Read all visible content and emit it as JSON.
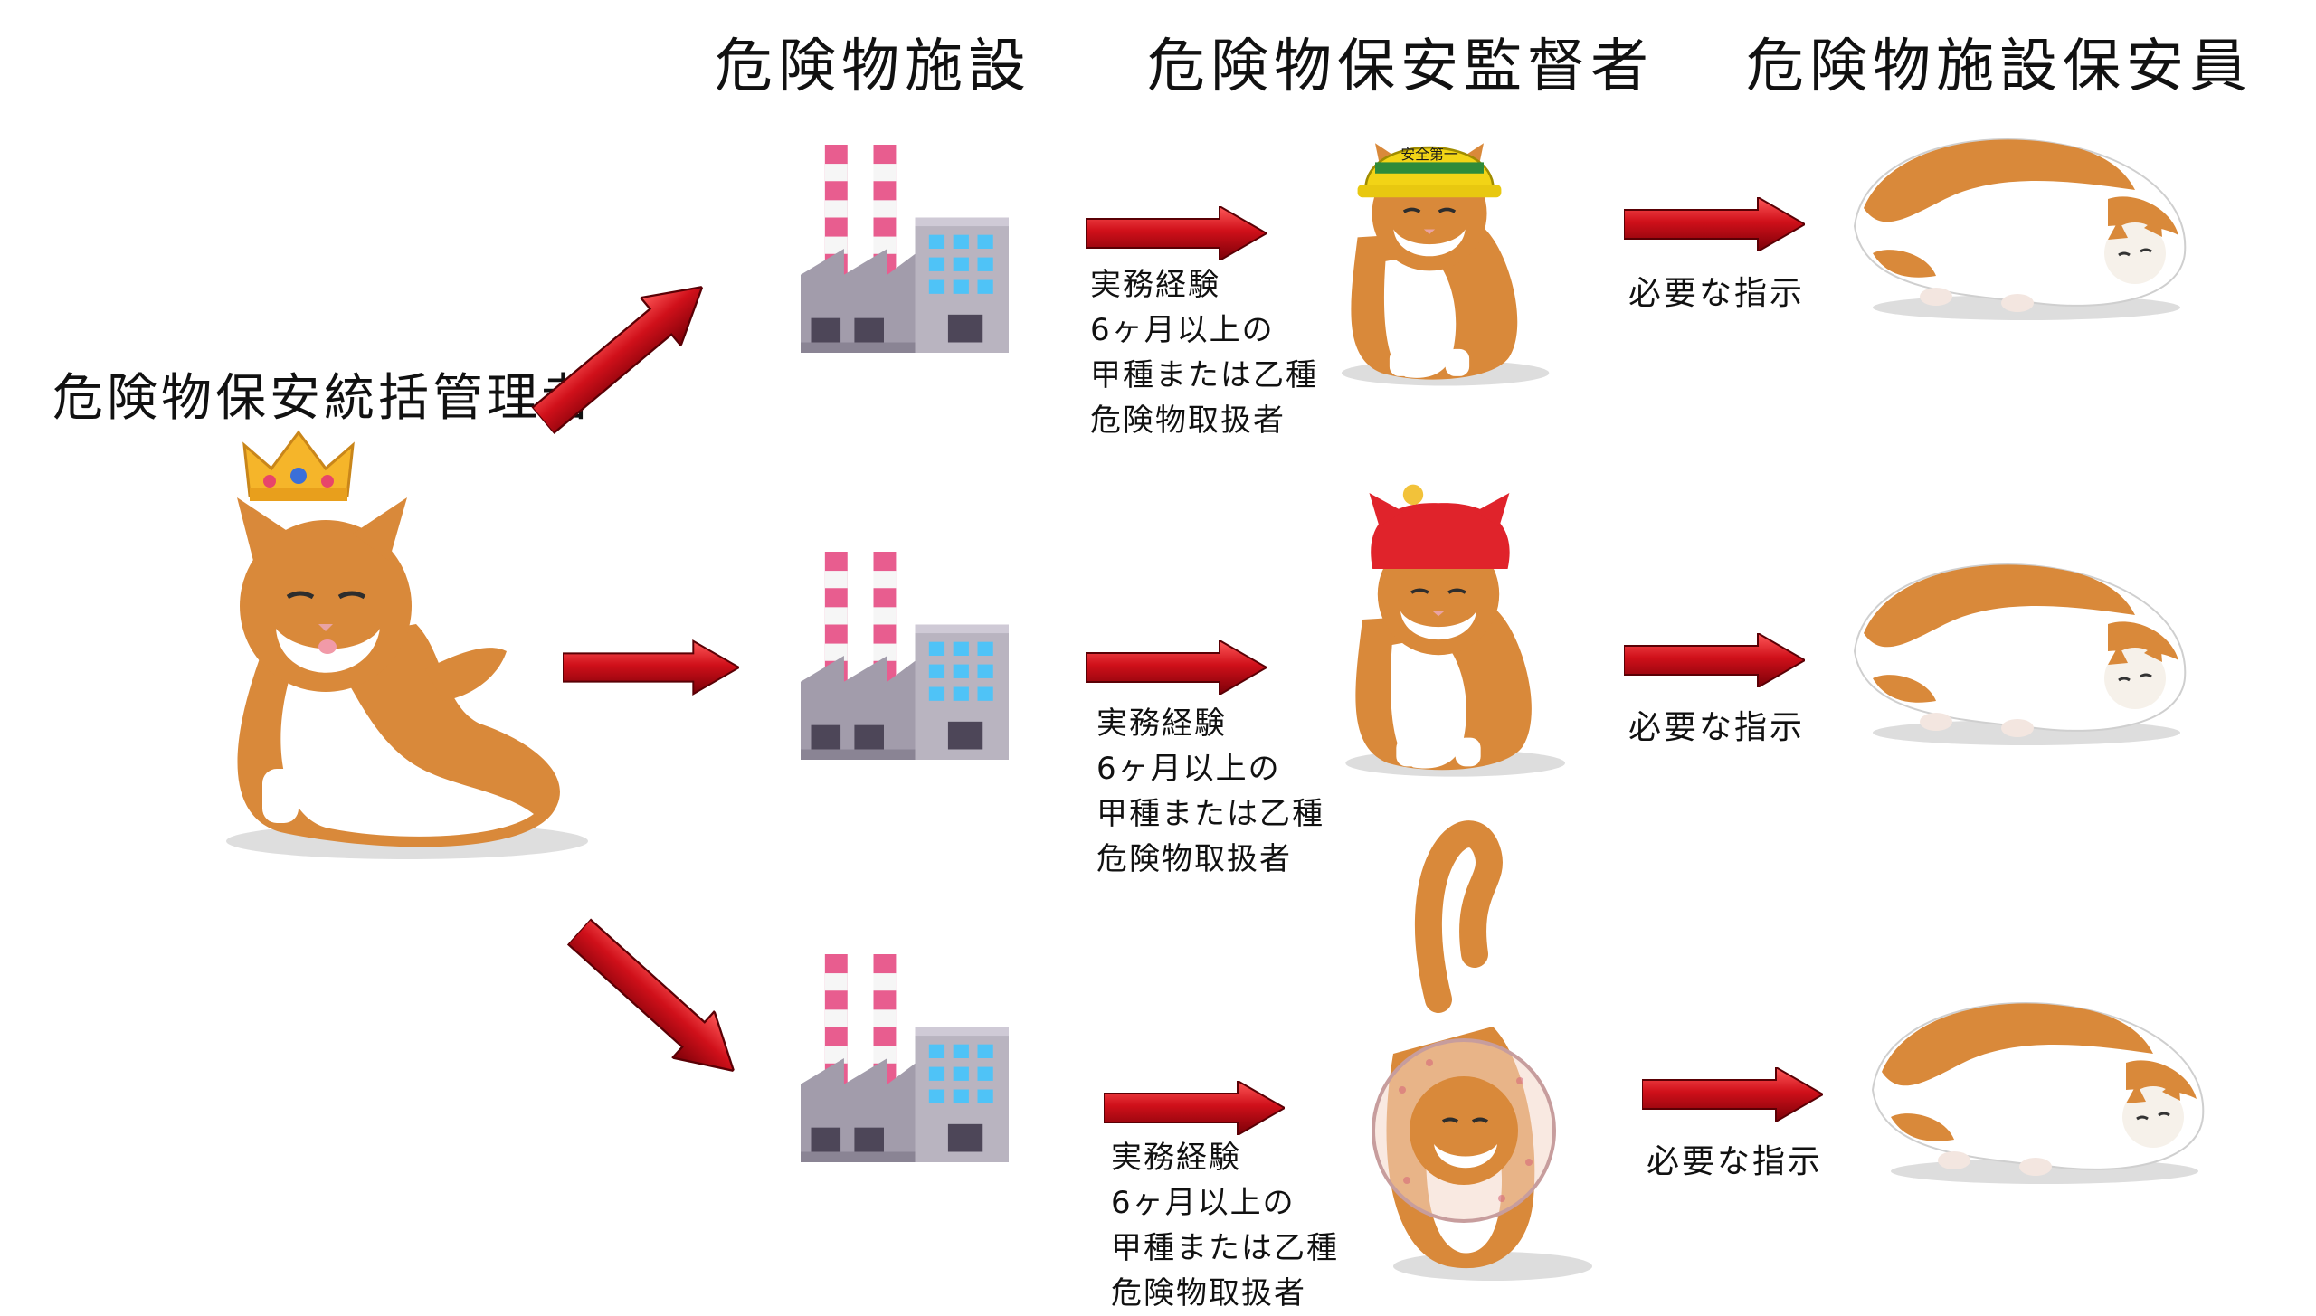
{
  "headers": {
    "facility": "危険物施設",
    "supervisor": "危険物保安監督者",
    "staff": "危険物施設保安員"
  },
  "top": {
    "title": "危険物保安統括管理者"
  },
  "rows": [
    {
      "requirement": [
        "実務経験",
        "6ヶ月以上の",
        "甲種または乙種",
        "危険物取扱者"
      ],
      "instruction": "必要な指示"
    },
    {
      "requirement": [
        "実務経験",
        "6ヶ月以上の",
        "甲種または乙種",
        "危険物取扱者"
      ],
      "instruction": "必要な指示"
    },
    {
      "requirement": [
        "実務経験",
        "6ヶ月以上の",
        "甲種または乙種",
        "危険物取扱者"
      ],
      "instruction": "必要な指示"
    }
  ],
  "icons": {
    "facility": "factory-icon",
    "crown": "crown-icon",
    "arrow": "red-arrow-icon"
  },
  "colors": {
    "arrow": "#d0101a",
    "arrow_dark": "#7a0008",
    "chimney_stripe": "#e85d8f",
    "factory_body": "#a29cab",
    "window": "#4fc3f7",
    "cat_orange": "#d9893a",
    "crown": "#f5b52a"
  }
}
